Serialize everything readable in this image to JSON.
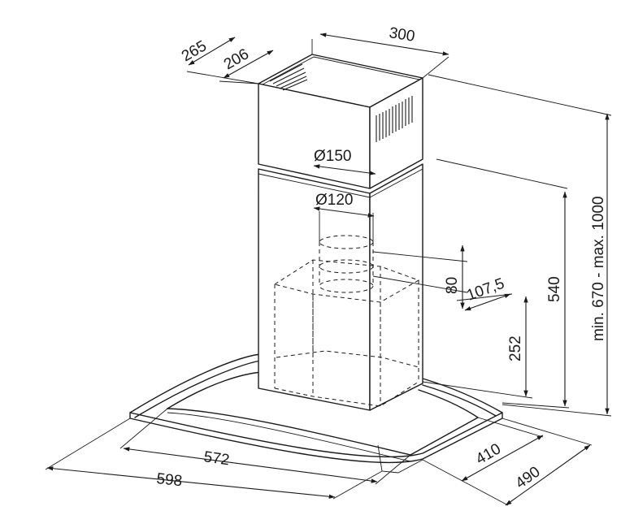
{
  "dimensions": {
    "depth_total": "265",
    "depth_chimney": "206",
    "chimney_width": "300",
    "outlet_diameter_outer": "Ø150",
    "outlet_diameter_inner": "Ø120",
    "outlet_height": "80",
    "outlet_offset": "107,5",
    "chimney_height_range": "min. 670 - max. 1000",
    "upper_height": "540",
    "lower_height": "252",
    "canopy_inner_width": "572",
    "canopy_outer_width": "598",
    "canopy_inner_depth": "410",
    "canopy_outer_depth": "490"
  }
}
